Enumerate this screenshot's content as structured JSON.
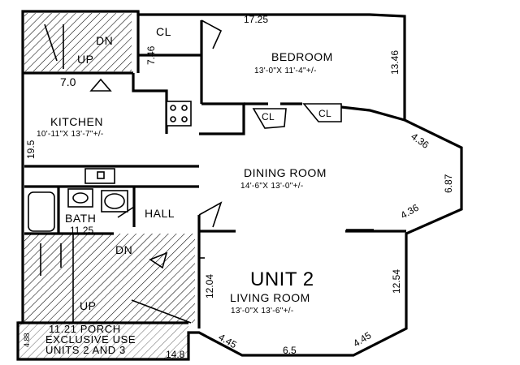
{
  "plan": {
    "unit_title": "UNIT 2",
    "rooms": {
      "bedroom": {
        "name": "BEDROOM",
        "size": "13'-0\"X 11'-4\"+/-"
      },
      "kitchen": {
        "name": "KITCHEN",
        "size": "10'-11\"X 13'-7\"+/-"
      },
      "dining": {
        "name": "DINING ROOM",
        "size": "14'-6\"X 13'-0\"+/-"
      },
      "living": {
        "name": "LIVING ROOM",
        "size": "13'-0\"X 13'-6\"+/-"
      },
      "bath": {
        "name": "BATH",
        "size": "11.25"
      },
      "hall": {
        "name": "HALL"
      }
    },
    "closets": {
      "top": "CL",
      "mid_left": "CL",
      "mid_right": "CL"
    },
    "stairs": {
      "top_dn": "DN",
      "top_up": "UP",
      "bottom_dn": "DN",
      "bottom_up": "UP"
    },
    "dimensions": {
      "top": "17.25",
      "closet_left": "7.46",
      "bedroom_right": "13.46",
      "kitchen_top": "7.0",
      "left_side": "19.5",
      "bay_top": "4.36",
      "bay_mid": "6.87",
      "bay_bottom": "4.36",
      "living_left": "12.04",
      "living_right": "12.54",
      "diag_left": "4.45",
      "diag_right": "4.45",
      "bottom": "6.5",
      "porch_width": "14.8",
      "porch_depth": "4.88"
    },
    "porch": {
      "line1": "11.21 PORCH",
      "line2": "EXCLUSIVE USE",
      "line3": "UNITS 2 AND 3"
    }
  }
}
